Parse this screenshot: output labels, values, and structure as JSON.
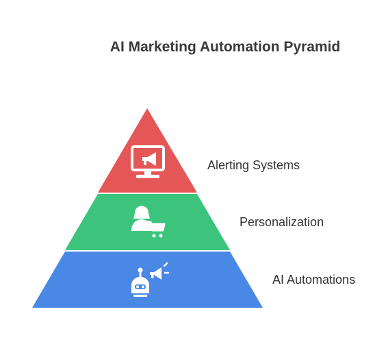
{
  "title": "AI Marketing Automation Pyramid",
  "levels": [
    {
      "label": "Alerting Systems",
      "color": "#e55757",
      "icon": "monitor-megaphone-icon"
    },
    {
      "label": "Personalization",
      "color": "#3cc47c",
      "icon": "person-shopping-cart-icon"
    },
    {
      "label": "AI Automations",
      "color": "#4a88e5",
      "icon": "robot-megaphone-icon"
    }
  ],
  "icon_color": "#ffffff",
  "text_color": "#333333"
}
